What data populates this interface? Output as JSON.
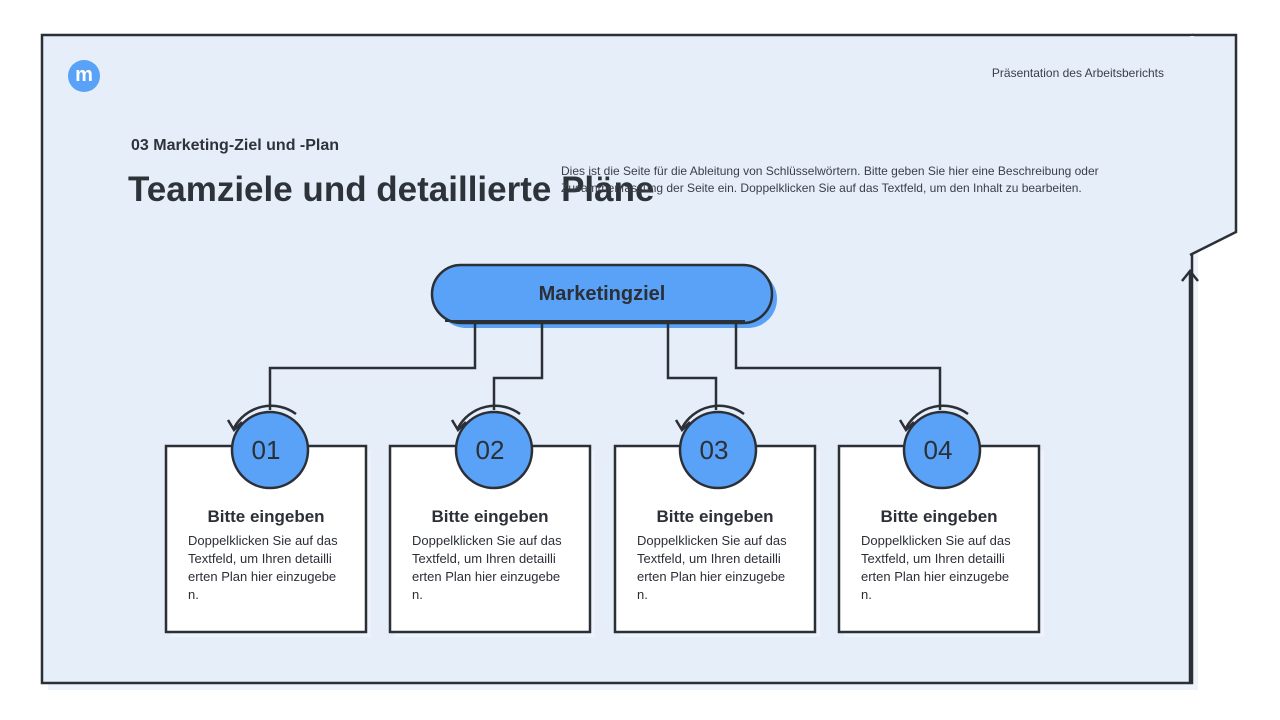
{
  "header": {
    "logo_letter": "m",
    "presentation_label": "Präsentation des Arbeitsberichts"
  },
  "slide": {
    "section_label": "03 Marketing-Ziel und -Plan",
    "title": "Teamziele und detaillierte Pläne",
    "description": "Dies ist die Seite für die Ableitung von Schlüsselwörtern. Bitte geben Sie hier eine Beschreibung oder Zusammenfassung der Seite ein. Doppelklicken Sie auf das Textfeld, um den Inhalt zu bearbeiten."
  },
  "goal": {
    "label": "Marketingziel"
  },
  "cards": [
    {
      "number": "01",
      "title": "Bitte eingeben",
      "body": "Doppelklicken Sie auf das Textfeld, um Ihren detailli erten Plan hier einzugebe n."
    },
    {
      "number": "02",
      "title": "Bitte eingeben",
      "body": "Doppelklicken Sie auf das Textfeld, um Ihren detailli erten Plan hier einzugebe n."
    },
    {
      "number": "03",
      "title": "Bitte eingeben",
      "body": "Doppelklicken Sie auf das Textfeld, um Ihren detailli erten Plan hier einzugebe n."
    },
    {
      "number": "04",
      "title": "Bitte eingeben",
      "body": "Doppelklicken Sie auf das Textfeld, um Ihren detailli erten Plan hier einzugebe n."
    }
  ],
  "colors": {
    "accent": "#5aa2f7",
    "panel": "#e6eef9",
    "stroke": "#2b2f36",
    "card": "#ffffff"
  }
}
